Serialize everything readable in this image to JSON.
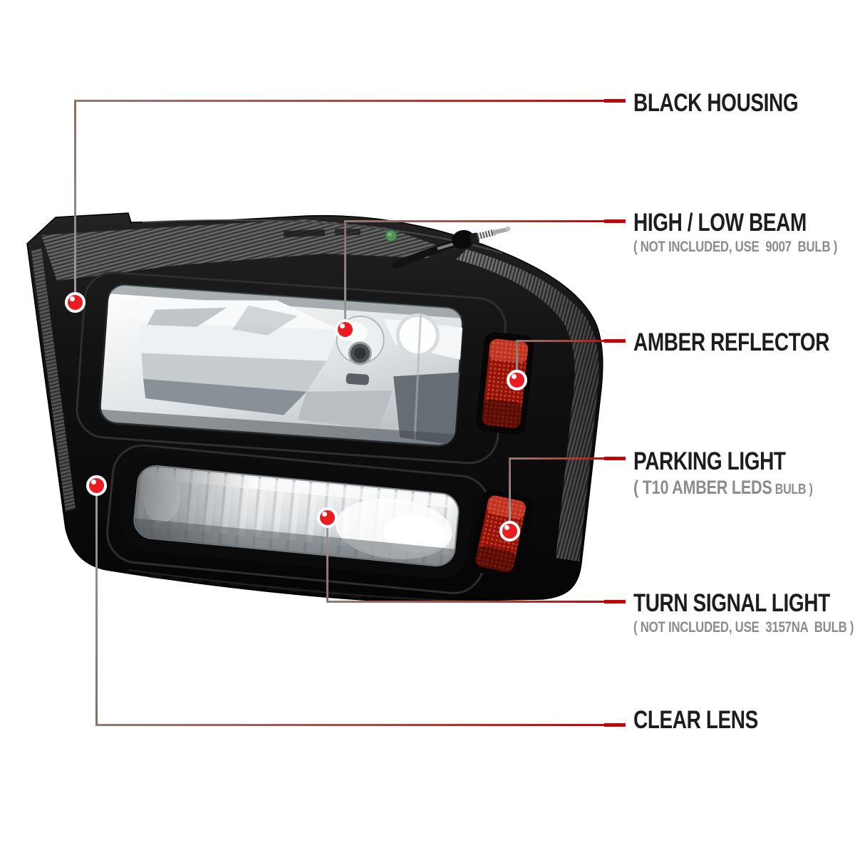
{
  "annotations": [
    {
      "id": "black-housing",
      "title": "BLACK HOUSING"
    },
    {
      "id": "high-low-beam",
      "title": "HIGH / LOW BEAM",
      "subtitle": "( NOT INCLUDED, USE  9007  BULB )"
    },
    {
      "id": "amber-reflector",
      "title": "AMBER REFLECTOR"
    },
    {
      "id": "parking-light",
      "title": "PARKING LIGHT",
      "subtitle_emphasis": "( T10 AMBER LEDS",
      "subtitle_small": " BULB )"
    },
    {
      "id": "turn-signal-light",
      "title": "TURN SIGNAL LIGHT",
      "subtitle": "( NOT INCLUDED, USE  3157NA  BULB )"
    },
    {
      "id": "clear-lens",
      "title": "CLEAR LENS"
    }
  ],
  "style": {
    "accent_red": "#c40508",
    "marker_red": "#ea1c22",
    "line_gray": "#9b9b9b",
    "title_color": "#1d1d1b",
    "subtitle_color": "#8c8c8c",
    "page_bg": "#ffffff"
  }
}
